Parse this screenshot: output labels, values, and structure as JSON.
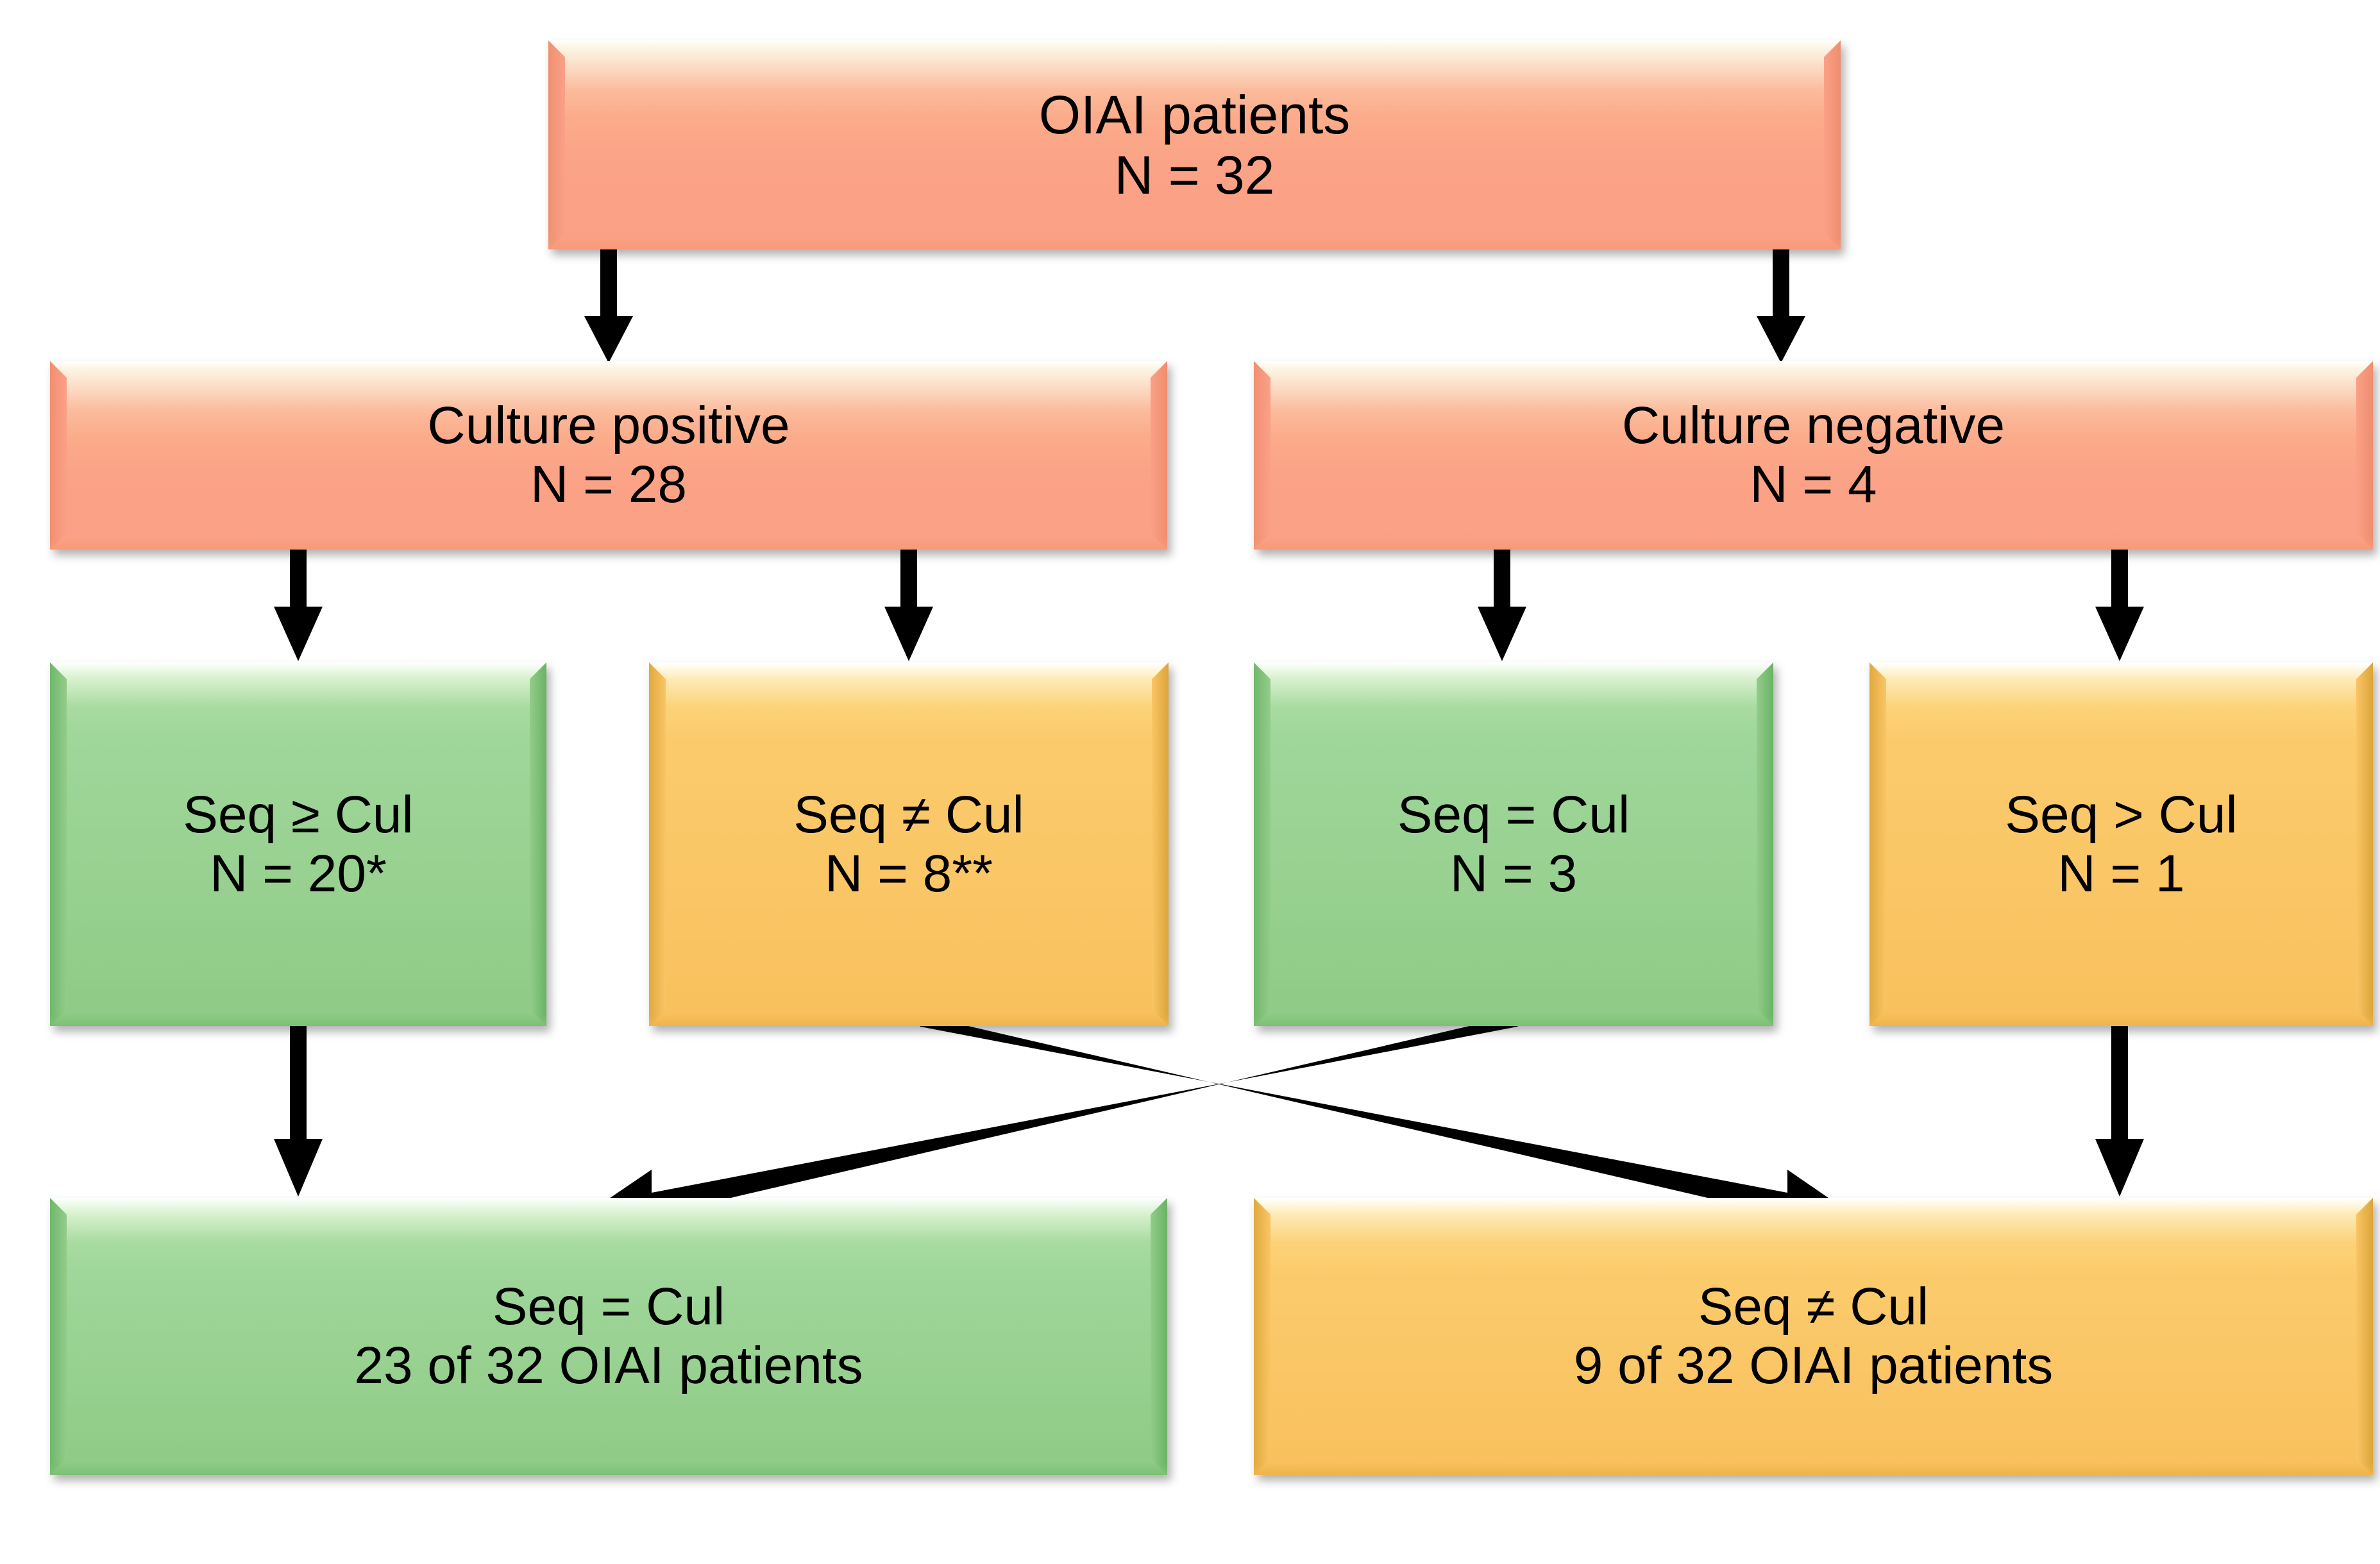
{
  "diagram": {
    "title_node": {
      "id": "oiai-patients",
      "line1": "OIAI patients",
      "line2": "N = 32",
      "color": "#fba085"
    },
    "row2": [
      {
        "id": "culture-positive",
        "line1": "Culture positive",
        "line2": "N = 28",
        "color": "#fba085"
      },
      {
        "id": "culture-negative",
        "line1": "Culture negative",
        "line2": "N = 4",
        "color": "#fba085"
      }
    ],
    "row3": [
      {
        "id": "seq-ge-cul",
        "line1": "Seq ≥ Cul",
        "line2": "N = 20*",
        "color": "#93cc8b"
      },
      {
        "id": "seq-ne-cul",
        "line1": "Seq ≠ Cul",
        "line2": "N = 8**",
        "color": "#fac565"
      },
      {
        "id": "seq-eq-cul",
        "line1": "Seq = Cul",
        "line2": "N = 3",
        "color": "#93cc8b"
      },
      {
        "id": "seq-gt-cul",
        "line1": "Seq > Cul",
        "line2": "N = 1",
        "color": "#fac565"
      }
    ],
    "row4": [
      {
        "id": "seq-eq-cul-total",
        "line1": "Seq = Cul",
        "line2": "23 of 32 OIAI patients",
        "color": "#93cc8b"
      },
      {
        "id": "seq-ne-cul-total",
        "line1": "Seq ≠ Cul",
        "line2": "9 of 32 OIAI patients",
        "color": "#fac565"
      }
    ],
    "colors": {
      "salmon": "#fba085",
      "green": "#93cc8b",
      "yellow": "#fac565",
      "arrow": "#000000",
      "background": "#ffffff",
      "text": "#000000"
    },
    "edges": [
      {
        "from": "oiai-patients",
        "to": "culture-positive",
        "kind": "vertical"
      },
      {
        "from": "oiai-patients",
        "to": "culture-negative",
        "kind": "vertical"
      },
      {
        "from": "culture-positive",
        "to": "seq-ge-cul",
        "kind": "vertical"
      },
      {
        "from": "culture-positive",
        "to": "seq-ne-cul",
        "kind": "vertical"
      },
      {
        "from": "culture-negative",
        "to": "seq-eq-cul",
        "kind": "vertical"
      },
      {
        "from": "culture-negative",
        "to": "seq-gt-cul",
        "kind": "vertical"
      },
      {
        "from": "seq-ge-cul",
        "to": "seq-eq-cul-total",
        "kind": "vertical"
      },
      {
        "from": "seq-gt-cul",
        "to": "seq-ne-cul-total",
        "kind": "vertical"
      },
      {
        "from": "seq-ne-cul",
        "to": "seq-ne-cul-total",
        "kind": "diagonal-down-right"
      },
      {
        "from": "seq-eq-cul",
        "to": "seq-eq-cul-total",
        "kind": "diagonal-down-left"
      }
    ]
  }
}
